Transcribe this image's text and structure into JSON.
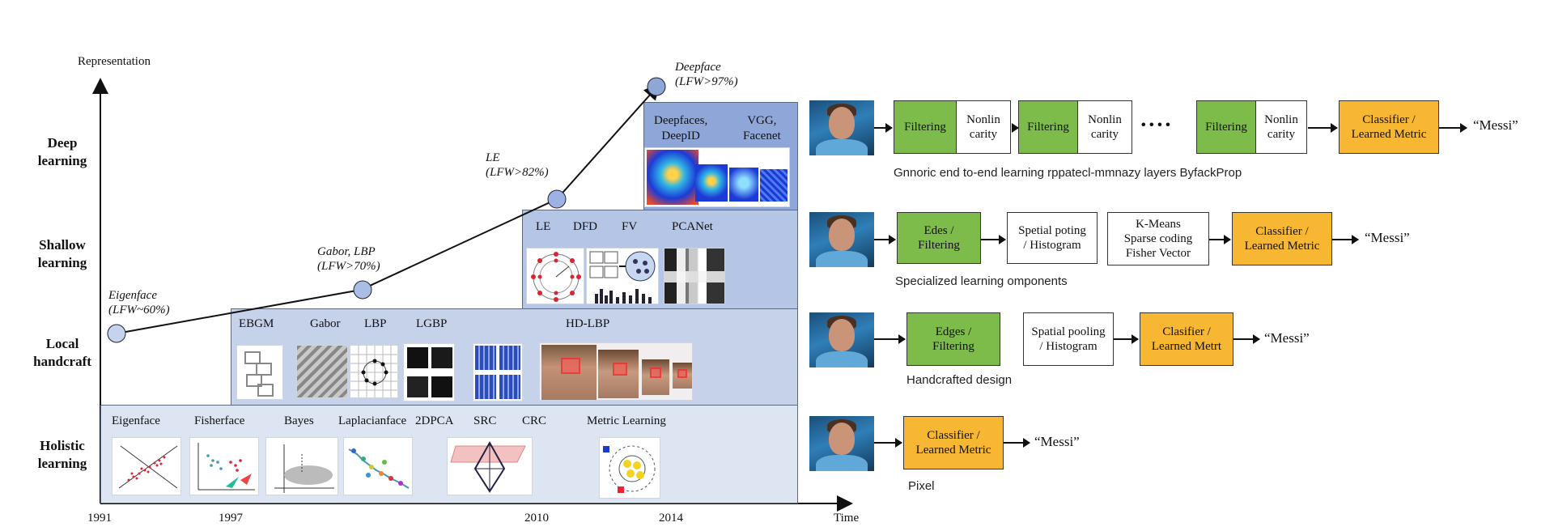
{
  "axes": {
    "y_label": "Representation",
    "x_label": "Time",
    "years": [
      "1991",
      "1997",
      "2010",
      "2014"
    ]
  },
  "categories": {
    "deep": "Deep\nlearning",
    "shallow": "Shallow\nlearning",
    "local": "Local\nhandcraft",
    "holistic": "Holistic\nlearning"
  },
  "milestones": {
    "eigenface": "Eigenface\n(LFW~60%)",
    "gabor": "Gabor, LBP\n(LFW>70%)",
    "le": "LE\n(LFW>82%)",
    "deepface": "Deepface\n(LFW>97%)"
  },
  "methods": {
    "holistic": [
      "Eigenface",
      "Fisherface",
      "Bayes",
      "Laplacianface",
      "2DPCA",
      "SRC",
      "CRC",
      "Metric Learning"
    ],
    "local": [
      "EBGM",
      "Gabor",
      "LBP",
      "LGBP",
      "HD-LBP"
    ],
    "shallow": [
      "LE",
      "DFD",
      "FV",
      "PCANet"
    ],
    "deep": [
      "Deepfaces,\nDeepID",
      "VGG,\nFacenet"
    ]
  },
  "pipelines": {
    "deep": {
      "filter1": "Filtering",
      "nonlin1": "Nonlin\ncarity",
      "filter2": "Filtering",
      "nonlin2": "Nonlin\ncarity",
      "dots": "• • • •",
      "filter3": "Filtering",
      "nonlin3": "Nonlin\ncarity",
      "classifier": "Classifier /\nLearned Metric",
      "output": "“Messi”",
      "caption": "Gnnoric end to-end learning rppatecl-mmnazy layers ByfackProp"
    },
    "shallow": {
      "edges": "Edes /\nFiltering",
      "pooling": "Spetial poting\n/ Histogram",
      "kmeans": "K-Means\nSparse coding\nFisher Vector",
      "classifier": "Classifier /\nLearned Metric",
      "output": "“Messi”",
      "caption": "Specialized learning omponents"
    },
    "handcraft": {
      "edges": "Edges /\nFiltering",
      "pooling": "Spatial pooling\n/ Histogram",
      "classifier": "Clasifier /\nLearned Metrt",
      "output": "“Messi”",
      "caption": "Handcrafted design"
    },
    "pixel": {
      "classifier": "Classifier /\nLearned Metric",
      "output": "“Messi”",
      "caption": "Pixel"
    }
  },
  "colors": {
    "panel_light": "#dde5f2",
    "panel_mid": "#b9c8e6",
    "panel_deep": "#8ea7d8",
    "green": "#7dbb4a",
    "orange": "#f7b733"
  }
}
